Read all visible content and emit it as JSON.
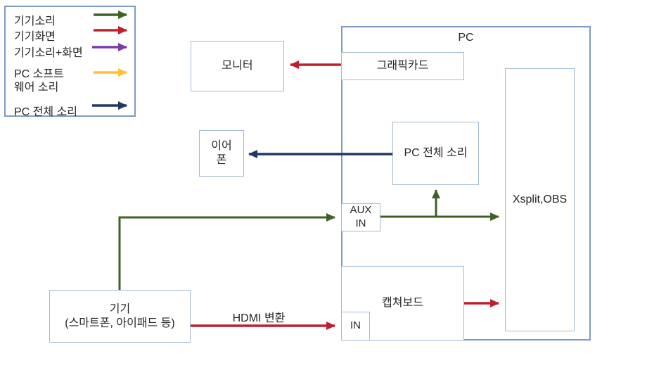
{
  "colors": {
    "device_sound": "#3e6125",
    "device_screen": "#c01d2e",
    "device_sound_screen": "#7a3ba8",
    "pc_software_sound": "#ffc234",
    "pc_total_sound": "#203864"
  },
  "legend": {
    "items": [
      {
        "label": "기기소리"
      },
      {
        "label": "기기화면"
      },
      {
        "label": "기기소리+화면"
      },
      {
        "label": "PC 소프트\n웨어 소리"
      },
      {
        "label": "PC 전체 소리"
      }
    ]
  },
  "nodes": {
    "pc_label": "PC",
    "monitor": "모니터",
    "earphone": "이어\n폰",
    "device": "기기\n(스마트폰, 아이패드 등)",
    "graphics_card": "그래픽카드",
    "pc_total_sound": "PC 전체 소리",
    "aux_in": "AUX\nIN",
    "capture_board": "캡쳐보드",
    "capture_in": "IN",
    "xsplit_obs": "Xsplit,OBS"
  },
  "annotations": {
    "hdmi_label": "HDMI 변환"
  }
}
